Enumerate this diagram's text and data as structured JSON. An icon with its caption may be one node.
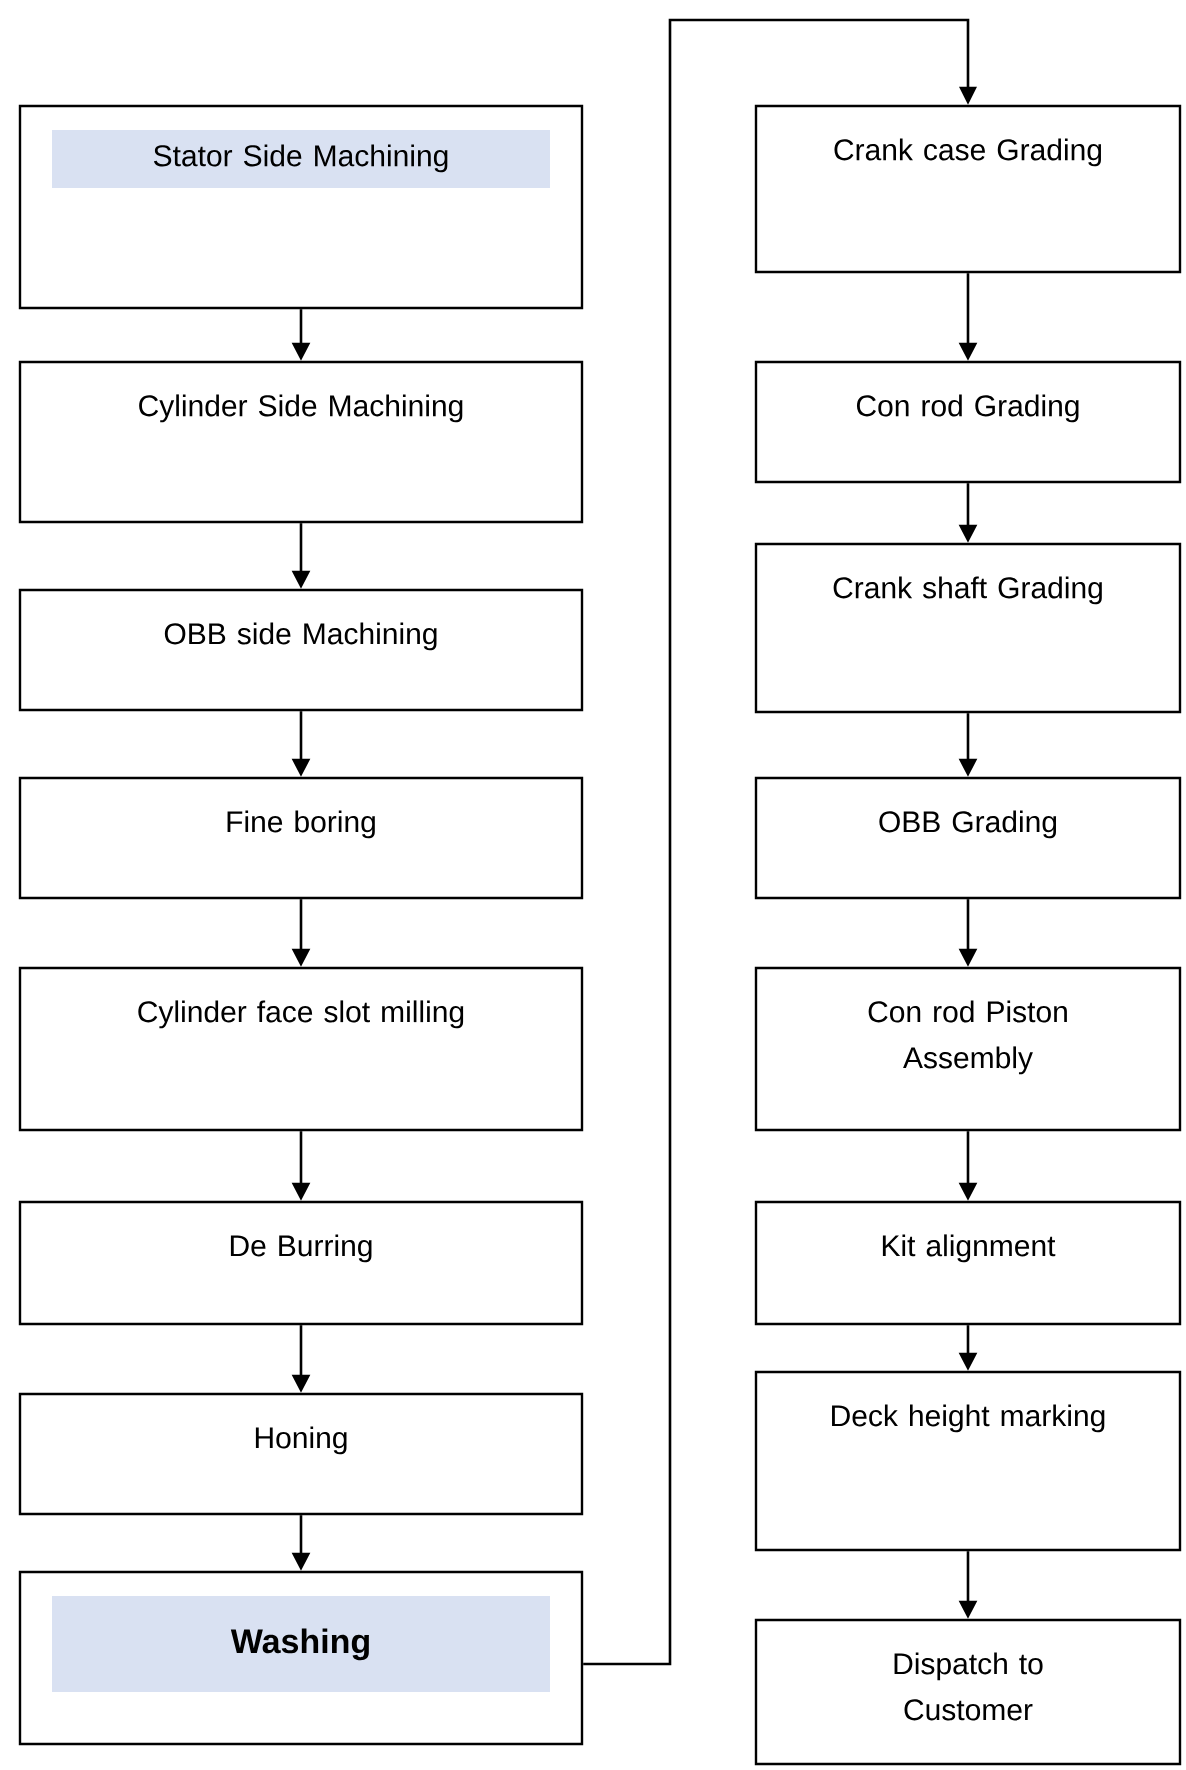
{
  "diagram": {
    "nodes": [
      {
        "text": [
          "Stator Side Machining"
        ]
      },
      {
        "text": [
          "Cylinder Side Machining"
        ]
      },
      {
        "text": [
          "OBB side Machining"
        ]
      },
      {
        "text": [
          "Fine boring"
        ]
      },
      {
        "text": [
          "Cylinder face slot milling"
        ]
      },
      {
        "text": [
          "De Burring"
        ]
      },
      {
        "text": [
          "Honing"
        ]
      },
      {
        "text": [
          "Washing"
        ]
      },
      {
        "text": [
          "Crank case Grading"
        ]
      },
      {
        "text": [
          "Con rod Grading"
        ]
      },
      {
        "text": [
          "Crank shaft Grading"
        ]
      },
      {
        "text": [
          "OBB Grading"
        ]
      },
      {
        "text": [
          "Con rod Piston Assembly"
        ]
      },
      {
        "text": [
          "Kit alignment"
        ]
      },
      {
        "text": [
          "Deck height marking"
        ]
      },
      {
        "text": [
          "Dispatch to Customer"
        ]
      }
    ],
    "edges": [
      {
        "from": 0,
        "to": 1,
        "arrow": "to"
      },
      {
        "from": 1,
        "to": 2,
        "arrow": "to"
      },
      {
        "from": 2,
        "to": 3,
        "arrow": "to"
      },
      {
        "from": 3,
        "to": 4,
        "arrow": "to"
      },
      {
        "from": 4,
        "to": 5,
        "arrow": "to"
      },
      {
        "from": 5,
        "to": 6,
        "arrow": "to"
      },
      {
        "from": 6,
        "to": 7,
        "arrow": "to"
      },
      {
        "from": 7,
        "to": 8,
        "arrow": "to"
      },
      {
        "from": 8,
        "to": 9,
        "arrow": "to"
      },
      {
        "from": 9,
        "to": 10,
        "arrow": "to"
      },
      {
        "from": 10,
        "to": 11,
        "arrow": "to"
      },
      {
        "from": 11,
        "to": 12,
        "arrow": "to"
      },
      {
        "from": 12,
        "to": 13,
        "arrow": "to"
      },
      {
        "from": 13,
        "to": 14,
        "arrow": "to"
      },
      {
        "from": 14,
        "to": 15,
        "arrow": "to"
      }
    ]
  }
}
